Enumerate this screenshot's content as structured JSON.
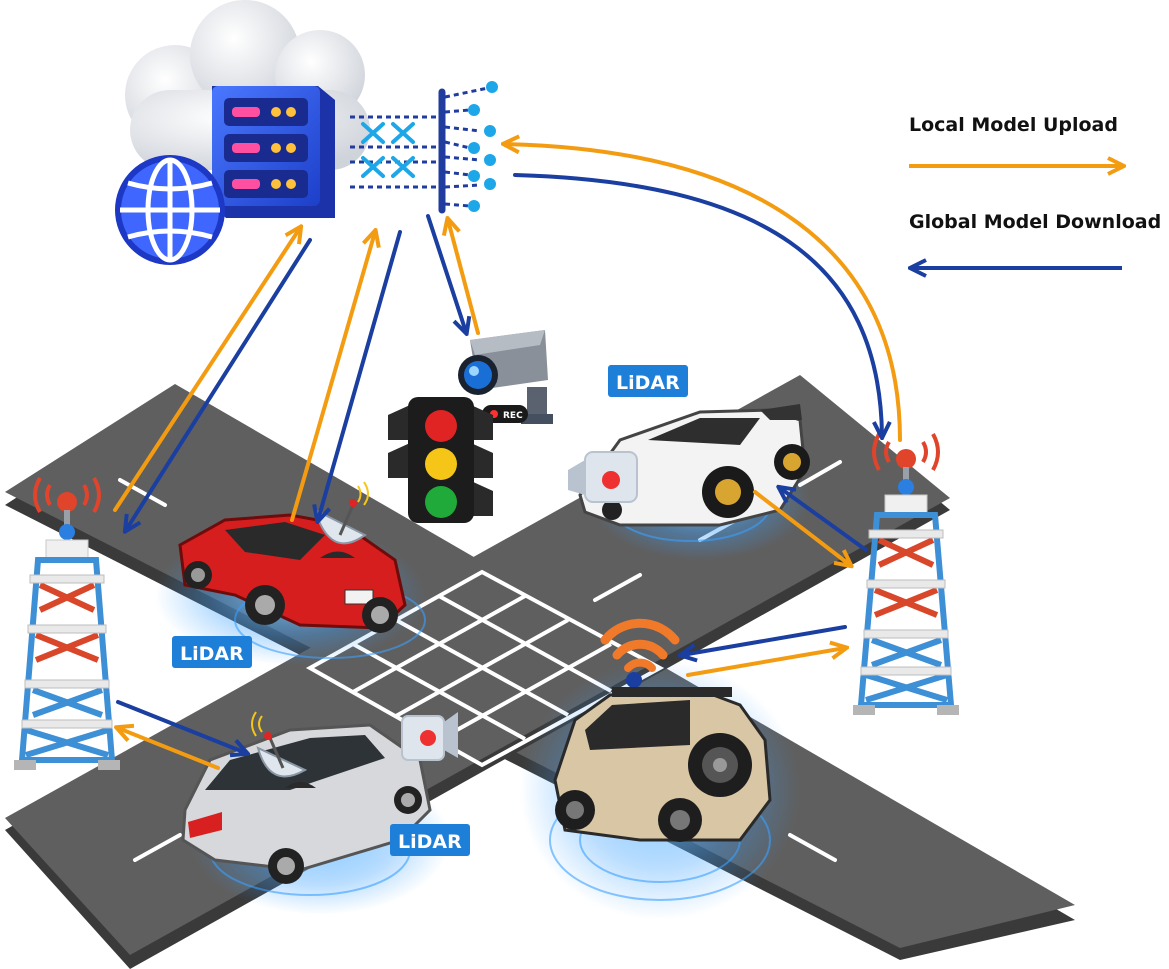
{
  "legend": {
    "upload_label": "Local Model Upload",
    "download_label": "Global Model Download",
    "upload_color": "#F39C12",
    "download_color": "#1B3FA0"
  },
  "badges": {
    "lidar": "LiDAR",
    "rec": "REC"
  },
  "colors": {
    "road": "#5f5f5f",
    "road_edge": "#3a3a3a",
    "tower_red": "#d9472b",
    "tower_blue": "#3d8fd6",
    "lidar_badge": "#1e7fd8",
    "signal_glow": "#3aa0ff"
  },
  "icons": [
    "cloud-icon",
    "server-icon",
    "globe-icon",
    "neural-network-icon",
    "cctv-camera-icon",
    "traffic-light-icon",
    "cell-tower-icon",
    "wifi-icon",
    "camera-icon",
    "satellite-dish-icon",
    "car-icon"
  ]
}
